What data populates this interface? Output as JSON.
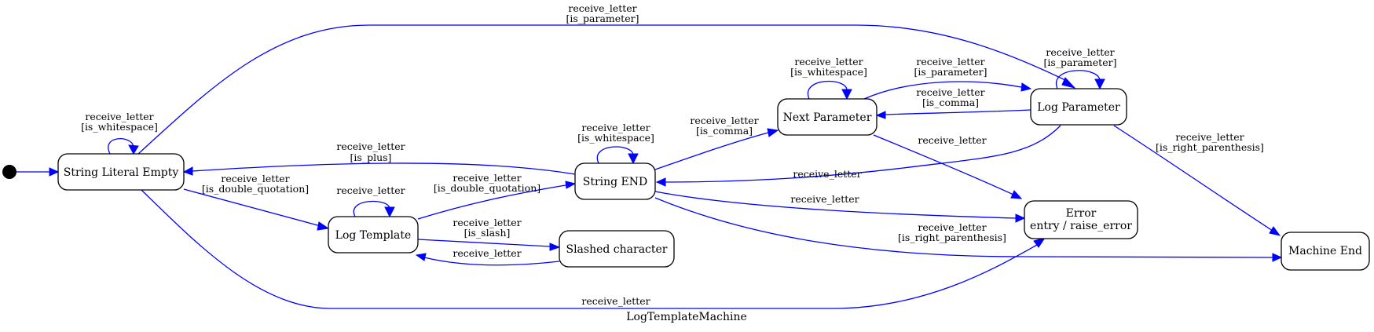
{
  "diagram": {
    "title": "LogTemplateMachine",
    "states": {
      "string_literal_empty": "String Literal Empty",
      "log_template": "Log Template",
      "string_end": "String END",
      "slashed_character": "Slashed character",
      "next_parameter": "Next Parameter",
      "log_parameter": "Log Parameter",
      "error_line1": "Error",
      "error_line2": "entry / raise_error",
      "machine_end": "Machine End"
    },
    "edges": {
      "sle_self_event": "receive_letter",
      "sle_self_guard": "[is_whitespace]",
      "sle_to_lp_event": "receive_letter",
      "sle_to_lp_guard": "[is_parameter]",
      "sle_to_lt_event": "receive_letter",
      "sle_to_lt_guard": "[is_double_quotation]",
      "sle_to_err_event": "receive_letter",
      "lt_self_event": "receive_letter",
      "lt_to_se_event": "receive_letter",
      "lt_to_se_guard": "[is_double_quotation]",
      "lt_to_sc_event": "receive_letter",
      "lt_to_sc_guard": "[is_slash]",
      "sc_to_lt_event": "receive_letter",
      "se_to_sle_event": "receive_letter",
      "se_to_sle_guard": "[is_plus]",
      "se_self_event": "receive_letter",
      "se_self_guard": "[is_whitespace]",
      "se_to_np_event": "receive_letter",
      "se_to_np_guard": "[is_comma]",
      "se_to_err_event": "receive_letter",
      "se_to_me_event": "receive_letter",
      "se_to_me_guard": "[is_right_parenthesis]",
      "np_self_event": "receive_letter",
      "np_self_guard": "[is_whitespace]",
      "np_to_lp_event": "receive_letter",
      "np_to_lp_guard": "[is_parameter]",
      "np_to_err_event": "receive_letter",
      "lp_to_np_event": "receive_letter",
      "lp_to_np_guard": "[is_comma]",
      "lp_self_event": "receive_letter",
      "lp_self_guard": "[is_parameter]",
      "lp_to_se_event": "receive_letter",
      "lp_to_me_event": "receive_letter",
      "lp_to_me_guard": "[is_right_parenthesis]"
    },
    "colors": {
      "edge": "#0000ff",
      "state_border": "#000000",
      "background": "#ffffff"
    }
  }
}
